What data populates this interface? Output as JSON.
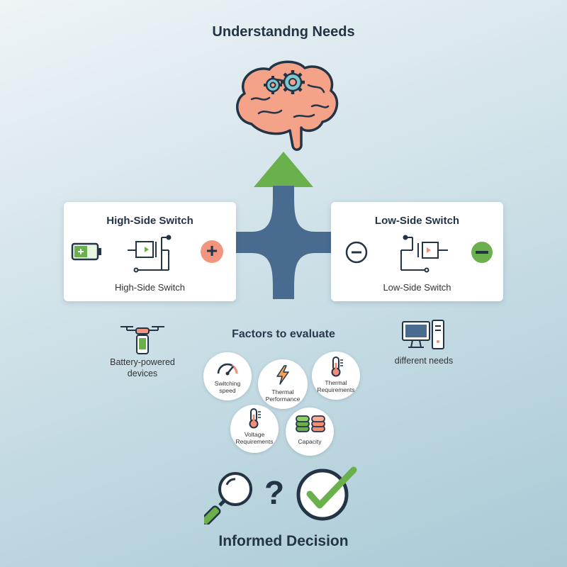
{
  "header": {
    "title": "Understandng Needs"
  },
  "high_side": {
    "title": "High-Side Switch",
    "subtitle": "High-Side Switch",
    "symbol": "+"
  },
  "low_side": {
    "title": "Low-Side Switch",
    "subtitle": "Low-Side Switch"
  },
  "left_caption": {
    "line1": "Battery-powered",
    "line2": "devices"
  },
  "right_caption": {
    "text": "different needs"
  },
  "factors": {
    "heading": "Factors to evaluate",
    "items": [
      {
        "line1": "Switching",
        "line2": "speed",
        "icon": "speedometer-icon"
      },
      {
        "line1": "Thermal",
        "line2": "Performance",
        "icon": "lightning-icon"
      },
      {
        "line1": "Thermal",
        "line2": "Requirements",
        "icon": "thermometer-icon"
      },
      {
        "line1": "Voltage",
        "line2": "Requirements",
        "icon": "thermometer-icon"
      },
      {
        "line1": "Capacity",
        "line2": "",
        "icon": "coins-icon"
      }
    ]
  },
  "decision": {
    "symbol": "?",
    "title": "Informed Decision"
  },
  "colors": {
    "accent_green": "#6ab04c",
    "salmon": "#f08e78",
    "path_blue": "#486b8f",
    "dark": "#243447"
  }
}
